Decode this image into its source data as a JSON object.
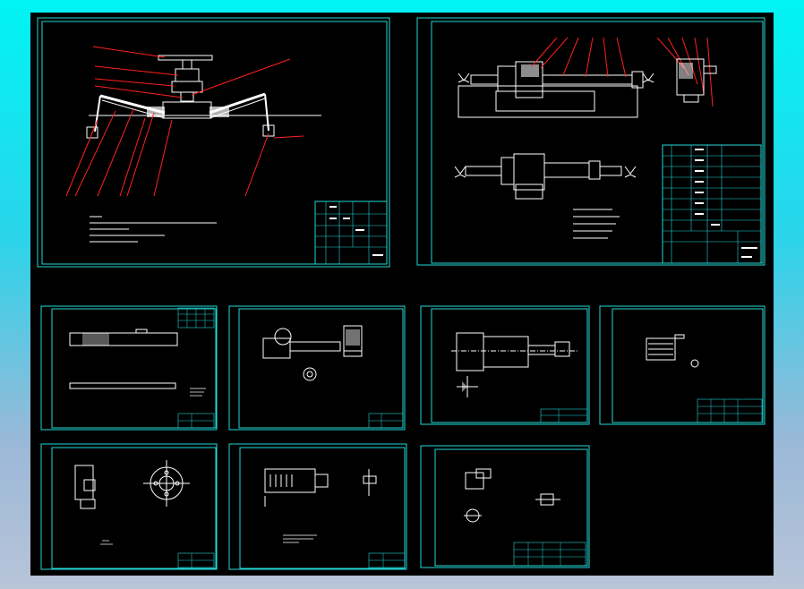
{
  "colors": {
    "background_outer_top": "#00f4f4",
    "background_outer_bottom": "#b8c4d8",
    "sheet": "#000000",
    "frame": "#22d8d8",
    "linework": "#ffffff",
    "leader": "#ff2020"
  },
  "sheets": [
    {
      "id": "assembly-drawing"
    },
    {
      "id": "steering-gear-assembly"
    },
    {
      "id": "rack-part"
    },
    {
      "id": "housing-part"
    },
    {
      "id": "shaft-part"
    },
    {
      "id": "spring-part"
    },
    {
      "id": "flange-part"
    },
    {
      "id": "bracket-part"
    },
    {
      "id": "bushing-part"
    }
  ]
}
